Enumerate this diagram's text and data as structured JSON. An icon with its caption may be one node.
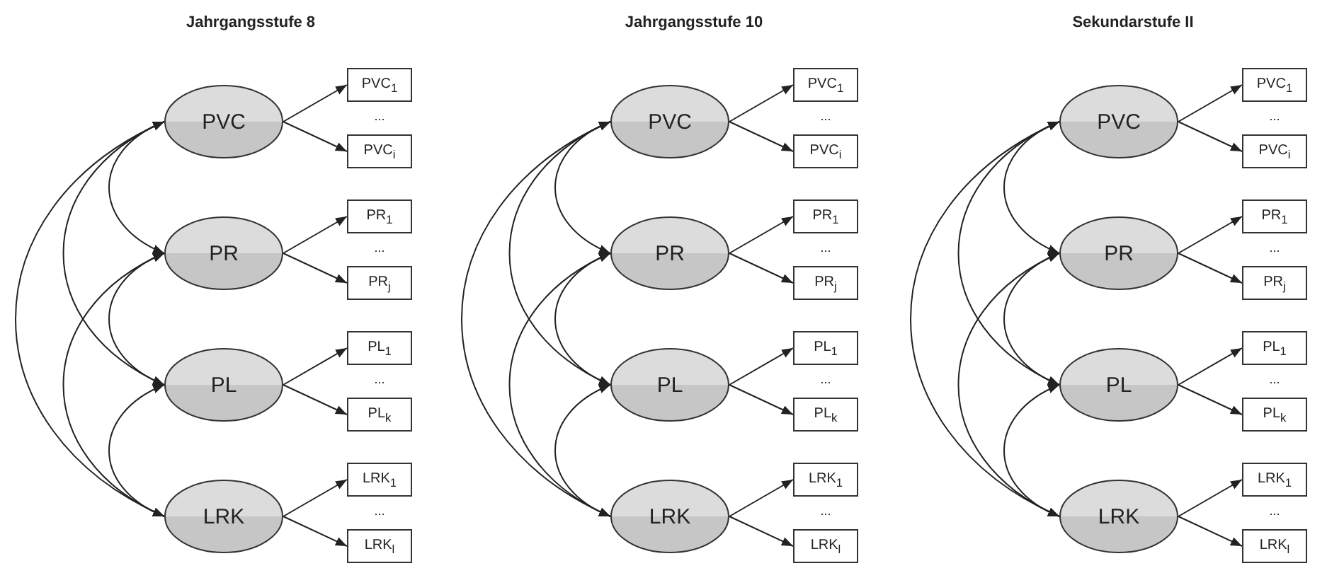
{
  "diagram": {
    "nodes": [
      {
        "text": [
          "PVC"
        ]
      },
      {
        "text": [
          "PVC$_{1}$"
        ]
      },
      {
        "text": [
          "PVC$_{i}$"
        ]
      },
      {
        "text": [
          "PR"
        ]
      },
      {
        "text": [
          "PR$_{1}$"
        ]
      },
      {
        "text": [
          "PR$_{j}$"
        ]
      },
      {
        "text": [
          "PL"
        ]
      },
      {
        "text": [
          "PL$_{1}$"
        ]
      },
      {
        "text": [
          "PL$_{k}$"
        ]
      },
      {
        "text": [
          "LRK"
        ]
      },
      {
        "text": [
          "LRK$_{1}$"
        ]
      },
      {
        "text": [
          "LRK$_{l}$"
        ]
      },
      {
        "text": [
          "PVC"
        ]
      },
      {
        "text": [
          "PVC$_{1}$"
        ]
      },
      {
        "text": [
          "PVC$_{i}$"
        ]
      },
      {
        "text": [
          "PR"
        ]
      },
      {
        "text": [
          "PR$_{1}$"
        ]
      },
      {
        "text": [
          "PR$_{j}$"
        ]
      },
      {
        "text": [
          "PL"
        ]
      },
      {
        "text": [
          "PL$_{1}$"
        ]
      },
      {
        "text": [
          "PL$_{k}$"
        ]
      },
      {
        "text": [
          "LRK"
        ]
      },
      {
        "text": [
          "LRK$_{1}$"
        ]
      },
      {
        "text": [
          "LRK$_{l}$"
        ]
      },
      {
        "text": [
          "PVC"
        ]
      },
      {
        "text": [
          "PVC$_{1}$"
        ]
      },
      {
        "text": [
          "PVC$_{i}$"
        ]
      },
      {
        "text": [
          "PR"
        ]
      },
      {
        "text": [
          "PR$_{1}$"
        ]
      },
      {
        "text": [
          "PR$_{j}$"
        ]
      },
      {
        "text": [
          "PL"
        ]
      },
      {
        "text": [
          "PL$_{1}$"
        ]
      },
      {
        "text": [
          "PL$_{k}$"
        ]
      },
      {
        "text": [
          "LRK"
        ]
      },
      {
        "text": [
          "LRK$_{1}$"
        ]
      },
      {
        "text": [
          "LRK$_{l}$"
        ]
      }
    ],
    "edges": [
      {
        "from": 0,
        "to": 1,
        "arrow": "to"
      },
      {
        "from": 0,
        "to": 2,
        "arrow": "to"
      },
      {
        "from": 3,
        "to": 4,
        "arrow": "to"
      },
      {
        "from": 3,
        "to": 5,
        "arrow": "to"
      },
      {
        "from": 6,
        "to": 7,
        "arrow": "to"
      },
      {
        "from": 6,
        "to": 8,
        "arrow": "to"
      },
      {
        "from": 9,
        "to": 10,
        "arrow": "to"
      },
      {
        "from": 9,
        "to": 11,
        "arrow": "to"
      },
      {
        "from": 0,
        "to": 3,
        "arrow": "both"
      },
      {
        "from": 0,
        "to": 6,
        "arrow": "both"
      },
      {
        "from": 0,
        "to": 9,
        "arrow": "both"
      },
      {
        "from": 3,
        "to": 6,
        "arrow": "both"
      },
      {
        "from": 3,
        "to": 9,
        "arrow": "both"
      },
      {
        "from": 6,
        "to": 9,
        "arrow": "both"
      },
      {
        "from": 12,
        "to": 13,
        "arrow": "to"
      },
      {
        "from": 12,
        "to": 14,
        "arrow": "to"
      },
      {
        "from": 15,
        "to": 16,
        "arrow": "to"
      },
      {
        "from": 15,
        "to": 17,
        "arrow": "to"
      },
      {
        "from": 18,
        "to": 19,
        "arrow": "to"
      },
      {
        "from": 18,
        "to": 20,
        "arrow": "to"
      },
      {
        "from": 21,
        "to": 22,
        "arrow": "to"
      },
      {
        "from": 21,
        "to": 23,
        "arrow": "to"
      },
      {
        "from": 12,
        "to": 15,
        "arrow": "both"
      },
      {
        "from": 12,
        "to": 18,
        "arrow": "both"
      },
      {
        "from": 12,
        "to": 21,
        "arrow": "both"
      },
      {
        "from": 15,
        "to": 18,
        "arrow": "both"
      },
      {
        "from": 15,
        "to": 21,
        "arrow": "both"
      },
      {
        "from": 18,
        "to": 21,
        "arrow": "both"
      },
      {
        "from": 24,
        "to": 25,
        "arrow": "to"
      },
      {
        "from": 24,
        "to": 26,
        "arrow": "to"
      },
      {
        "from": 27,
        "to": 28,
        "arrow": "to"
      },
      {
        "from": 27,
        "to": 29,
        "arrow": "to"
      },
      {
        "from": 30,
        "to": 31,
        "arrow": "to"
      },
      {
        "from": 30,
        "to": 32,
        "arrow": "to"
      },
      {
        "from": 33,
        "to": 34,
        "arrow": "to"
      },
      {
        "from": 33,
        "to": 35,
        "arrow": "to"
      },
      {
        "from": 24,
        "to": 27,
        "arrow": "both"
      },
      {
        "from": 24,
        "to": 30,
        "arrow": "both"
      },
      {
        "from": 24,
        "to": 33,
        "arrow": "both"
      },
      {
        "from": 27,
        "to": 30,
        "arrow": "both"
      },
      {
        "from": 27,
        "to": 33,
        "arrow": "both"
      },
      {
        "from": 30,
        "to": 33,
        "arrow": "both"
      }
    ],
    "labels": [
      "Jahrgangsstufe 8",
      "Jahrgangsstufe 10",
      "Sekundarstufe II",
      "...",
      "...",
      "...",
      "...",
      "...",
      "...",
      "...",
      "...",
      "...",
      "...",
      "...",
      "..."
    ]
  }
}
